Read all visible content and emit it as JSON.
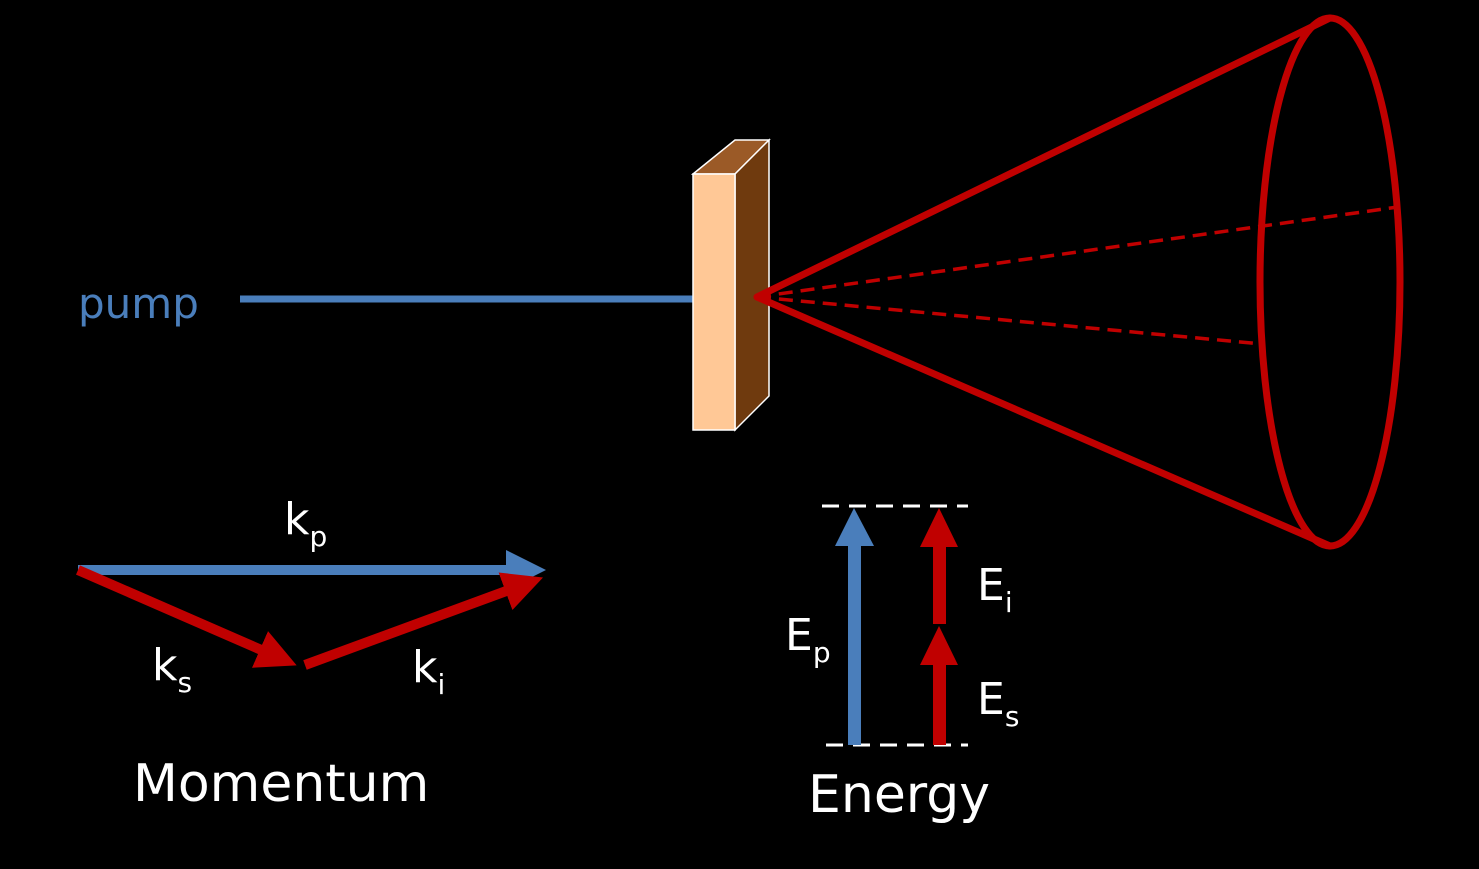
{
  "colors": {
    "background": "#000000",
    "pump_blue": "#4a7ebb",
    "photon_red": "#c00000",
    "crystal_front": "#ffc896",
    "crystal_side": "#6f3a0e",
    "crystal_top": "#9b5a27",
    "text": "#ffffff"
  },
  "pump": {
    "label": "pump"
  },
  "momentum": {
    "title": "Momentum",
    "kp": {
      "base": "k",
      "sub": "p"
    },
    "ks": {
      "base": "k",
      "sub": "s"
    },
    "ki": {
      "base": "k",
      "sub": "i"
    }
  },
  "energy": {
    "title": "Energy",
    "Ep": {
      "base": "E",
      "sub": "p"
    },
    "Ei": {
      "base": "E",
      "sub": "i"
    },
    "Es": {
      "base": "E",
      "sub": "s"
    }
  }
}
